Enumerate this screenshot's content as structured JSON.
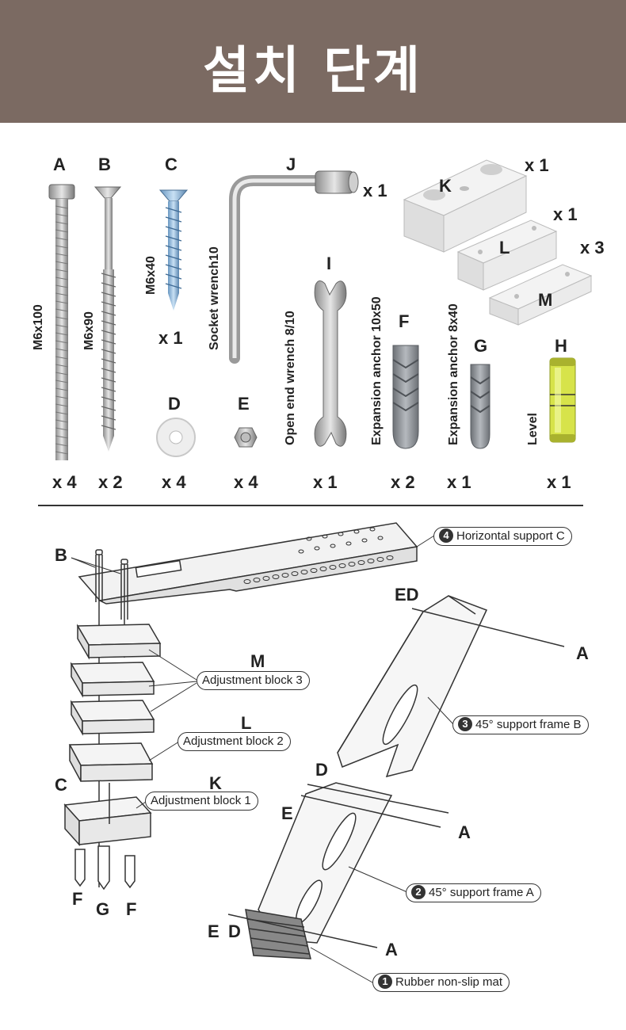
{
  "header": {
    "title": "설치 단계"
  },
  "parts": {
    "A": {
      "letter": "A",
      "spec": "M6x100",
      "qty": "x 4"
    },
    "B": {
      "letter": "B",
      "spec": "M6x90",
      "qty": "x 2"
    },
    "C": {
      "letter": "C",
      "spec": "M6x40",
      "qty": "x 1"
    },
    "D": {
      "letter": "D",
      "qty": "x 4"
    },
    "E": {
      "letter": "E",
      "qty": "x 4"
    },
    "J": {
      "letter": "J",
      "spec": "Socket wrench10",
      "qty": "x 1"
    },
    "I": {
      "letter": "I",
      "spec": "Open end wrench 8/10",
      "qty": "x 1"
    },
    "F": {
      "letter": "F",
      "spec": "Expansion anchor 10x50",
      "qty": "x 2"
    },
    "G": {
      "letter": "G",
      "spec": "Expansion anchor 8x40",
      "qty": "x 1"
    },
    "H": {
      "letter": "H",
      "spec": "Level",
      "qty": "x 1"
    },
    "K": {
      "letter": "K",
      "qty": "x 1"
    },
    "L": {
      "letter": "L",
      "qty": "x 1"
    },
    "M": {
      "letter": "M",
      "qty": "x 3"
    }
  },
  "diagram": {
    "callouts": {
      "horizontal": {
        "num": "4",
        "text": "Horizontal support C"
      },
      "frame_b": {
        "num": "3",
        "text": "45° support frame B"
      },
      "frame_a": {
        "num": "2",
        "text": "45° support frame A"
      },
      "mat": {
        "num": "1",
        "text": "Rubber non-slip mat"
      },
      "block3": {
        "text": "Adjustment block 3"
      },
      "block2": {
        "text": "Adjustment block 2"
      },
      "block1": {
        "text": "Adjustment block 1"
      }
    },
    "letters": {
      "B": "B",
      "M": "M",
      "L": "L",
      "K": "K",
      "C": "C",
      "F1": "F",
      "G": "G",
      "F2": "F",
      "ED_top": "ED",
      "A_top": "A",
      "D_mid": "D",
      "E_mid": "E",
      "A_mid": "A",
      "E_bot": "E",
      "D_bot": "D",
      "A_bot": "A"
    }
  }
}
